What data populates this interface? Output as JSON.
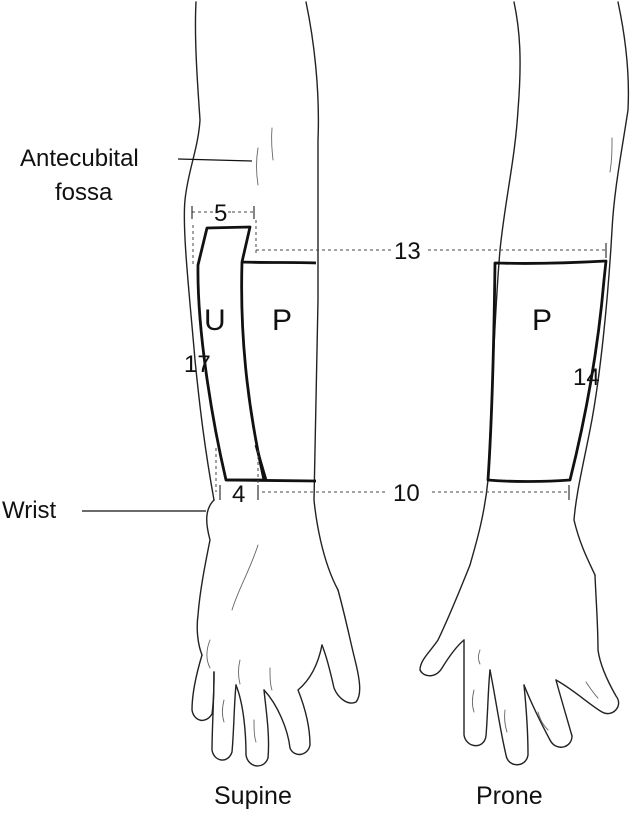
{
  "labels": {
    "antecubital_line1": "Antecubital",
    "antecubital_line2": "fossa",
    "wrist": "Wrist",
    "supine": "Supine",
    "prone": "Prone"
  },
  "flaps": {
    "ulnar": "U",
    "radial_supine": "P",
    "radial_prone": "P"
  },
  "measurements": {
    "proximal_ulnar_width": "5",
    "proximal_circumference": "13",
    "ulnar_length": "17",
    "distal_ulnar_width": "4",
    "distal_circumference": "10",
    "prone_length": "14"
  }
}
